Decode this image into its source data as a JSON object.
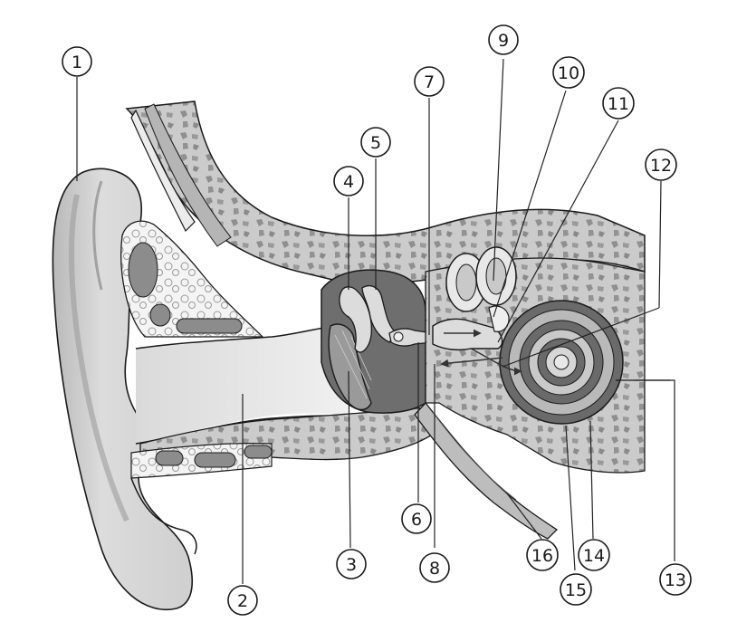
{
  "colors": {
    "background": "#ffffff",
    "outline": "#1a1a1a",
    "skin": "#d4d4d4",
    "skin_shade": "#a8a8a8",
    "bone": "#c8c8c8",
    "bone_speckle": "#8e8e8e",
    "cavity": "#6e6e6e",
    "canal": "#e6e6e6",
    "cochlea_dark": "#555555",
    "ossicle": "#dcdcdc"
  },
  "icons": {
    "arrow_marker": "arrowhead"
  },
  "callouts": [
    {
      "id": "1",
      "label": "1"
    },
    {
      "id": "2",
      "label": "2"
    },
    {
      "id": "3",
      "label": "3"
    },
    {
      "id": "4",
      "label": "4"
    },
    {
      "id": "5",
      "label": "5"
    },
    {
      "id": "6",
      "label": "6"
    },
    {
      "id": "7",
      "label": "7"
    },
    {
      "id": "8",
      "label": "8"
    },
    {
      "id": "9",
      "label": "9"
    },
    {
      "id": "10",
      "label": "10"
    },
    {
      "id": "11",
      "label": "11"
    },
    {
      "id": "12",
      "label": "12"
    },
    {
      "id": "13",
      "label": "13"
    },
    {
      "id": "14",
      "label": "14"
    },
    {
      "id": "15",
      "label": "15"
    },
    {
      "id": "16",
      "label": "16"
    }
  ]
}
